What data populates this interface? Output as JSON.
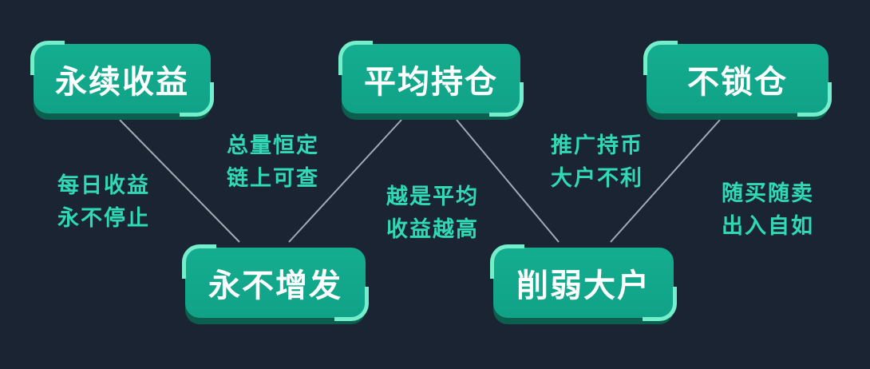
{
  "colors": {
    "bg": "#1a2433",
    "badge": "#10a287",
    "badge-top": "#14ad8f",
    "badge-dark": "#0a5f4e",
    "badge-accent": "#74eecb",
    "caption": "#2fd9b6",
    "line": "#b9c3cb",
    "badge-text": "#ffffff"
  },
  "badges": [
    {
      "label": "永续收益"
    },
    {
      "label": "平均持仓"
    },
    {
      "label": "不锁仓"
    },
    {
      "label": "永不增发"
    },
    {
      "label": "削弱大户"
    }
  ],
  "captions": [
    {
      "line1": "每日收益",
      "line2": "永不停止"
    },
    {
      "line1": "总量恒定",
      "line2": "链上可查"
    },
    {
      "line1": "越是平均",
      "line2": "收益越高"
    },
    {
      "line1": "推广持币",
      "line2": "大户不利"
    },
    {
      "line1": "随买随卖",
      "line2": "出入自如"
    }
  ]
}
